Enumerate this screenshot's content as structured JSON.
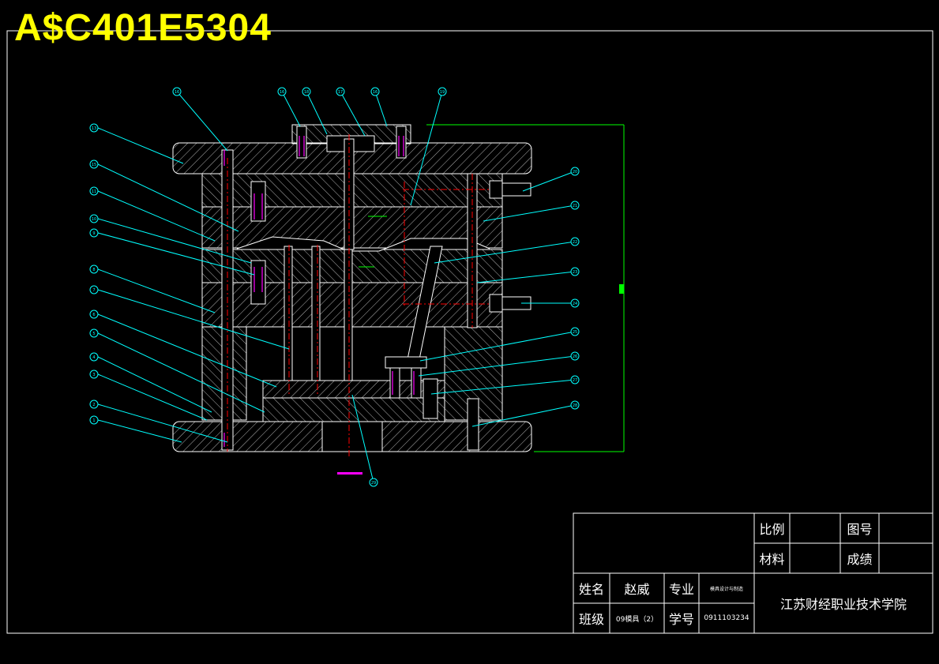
{
  "drawing_code": "A$C401E5304",
  "colors": {
    "background": "#000000",
    "outline": "#ffffff",
    "title": "#ffff00",
    "leader": "#00ffff",
    "dimension": "#00ff00",
    "centerline": "#ff0000",
    "screw": "#ff00ff"
  },
  "balloons": {
    "left": [
      "13",
      "15",
      "11",
      "10",
      "9",
      "8",
      "7",
      "6",
      "5",
      "4",
      "3",
      "2",
      "1"
    ],
    "top": [
      "16",
      "16",
      "18",
      "17",
      "16",
      "19"
    ],
    "right": [
      "20",
      "21",
      "22",
      "23",
      "24",
      "25",
      "26",
      "27",
      "28"
    ],
    "bottom": [
      "29"
    ]
  },
  "title_block": {
    "scale_label": "比例",
    "scale_value": "",
    "drawing_no_label": "图号",
    "drawing_no_value": "",
    "material_label": "材料",
    "material_value": "",
    "grade_label": "成绩",
    "grade_value": "",
    "name_label": "姓名",
    "name_value": "赵威",
    "major_label": "专业",
    "major_value": "模具设计与制造",
    "class_label": "班级",
    "class_value": "09模具（2）",
    "student_no_label": "学号",
    "student_no_value": "0911103234",
    "school": "江苏财经职业技术学院"
  }
}
